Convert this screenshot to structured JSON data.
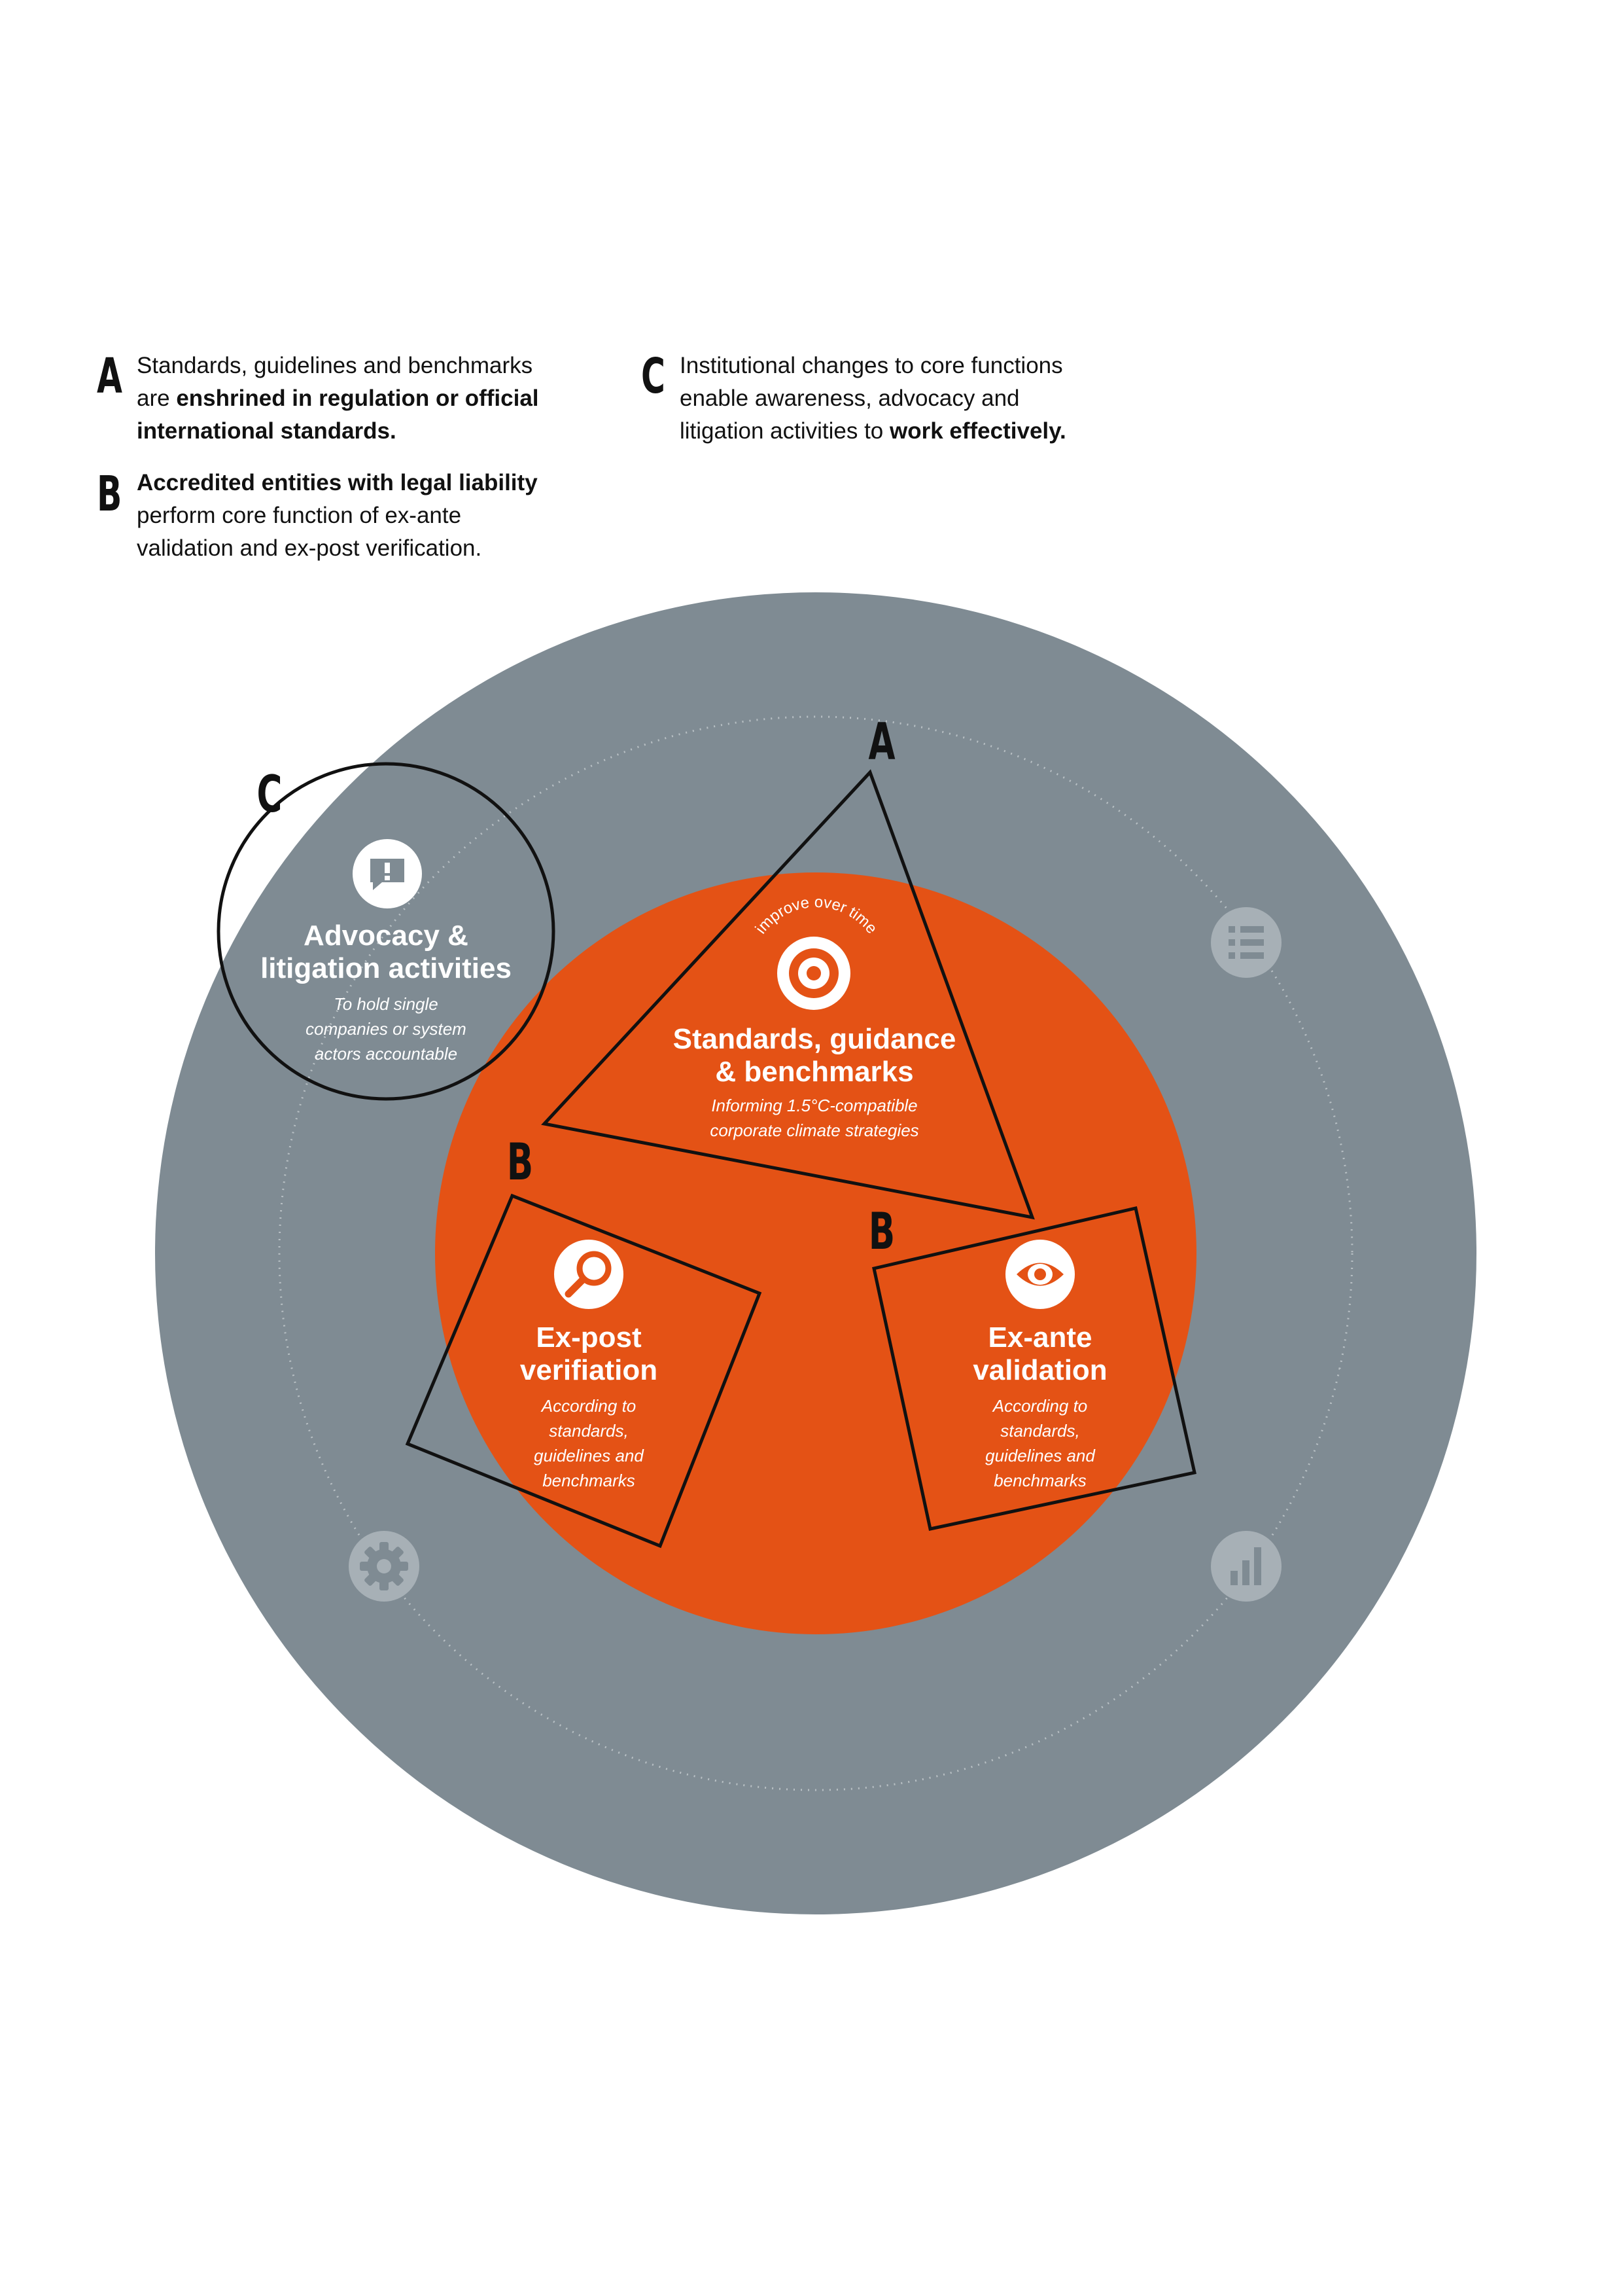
{
  "colors": {
    "outer_ring": "#7f8b93",
    "inner_circle": "#e45215",
    "text_dark": "#111111",
    "text_light": "#ffffff",
    "ring_icon": "#a7b0b6"
  },
  "legend": {
    "a": {
      "letter": "A",
      "text_1": "Standards, guidelines and benchmarks",
      "text_2_pre": "are ",
      "text_2_bold": "enshrined in regulation or official",
      "text_3_bold": "international standards."
    },
    "b": {
      "letter": "B",
      "text_1_bold": "Accredited entities with legal liability",
      "text_2": "perform core function of ex-ante",
      "text_3": "validation and ex-post verification."
    },
    "c": {
      "letter": "C",
      "text_1": "Institutional changes to core functions",
      "text_2": "enable awareness, advocacy and",
      "text_3_pre": "litigation activities to ",
      "text_3_bold": "work effectively."
    }
  },
  "diagram": {
    "arc_label": "improve over time",
    "standards": {
      "title_1": "Standards, guidance",
      "title_2": "& benchmarks",
      "sub_1": "Informing 1.5°C-compatible",
      "sub_2": "corporate climate strategies",
      "icon": "target-icon"
    },
    "expost": {
      "title_1": "Ex-post",
      "title_2": "verifiation",
      "sub_1": "According to",
      "sub_2": "standards,",
      "sub_3": "guidelines and",
      "sub_4": "benchmarks",
      "icon": "magnifier-icon"
    },
    "exante": {
      "title_1": "Ex-ante",
      "title_2": "validation",
      "sub_1": "According to",
      "sub_2": "standards,",
      "sub_3": "guidelines and",
      "sub_4": "benchmarks",
      "icon": "eye-icon"
    },
    "advocacy": {
      "title_1": "Advocacy &",
      "title_2": "litigation activities",
      "sub_1": "To hold single",
      "sub_2": "companies or system",
      "sub_3": "actors accountable",
      "icon": "speech-bubble-alert-icon"
    },
    "letters": {
      "triangle": "A",
      "square_left": "B",
      "square_right": "B",
      "circle": "C"
    },
    "ring_icons": [
      "list-icon",
      "gear-icon",
      "bar-chart-icon"
    ]
  }
}
